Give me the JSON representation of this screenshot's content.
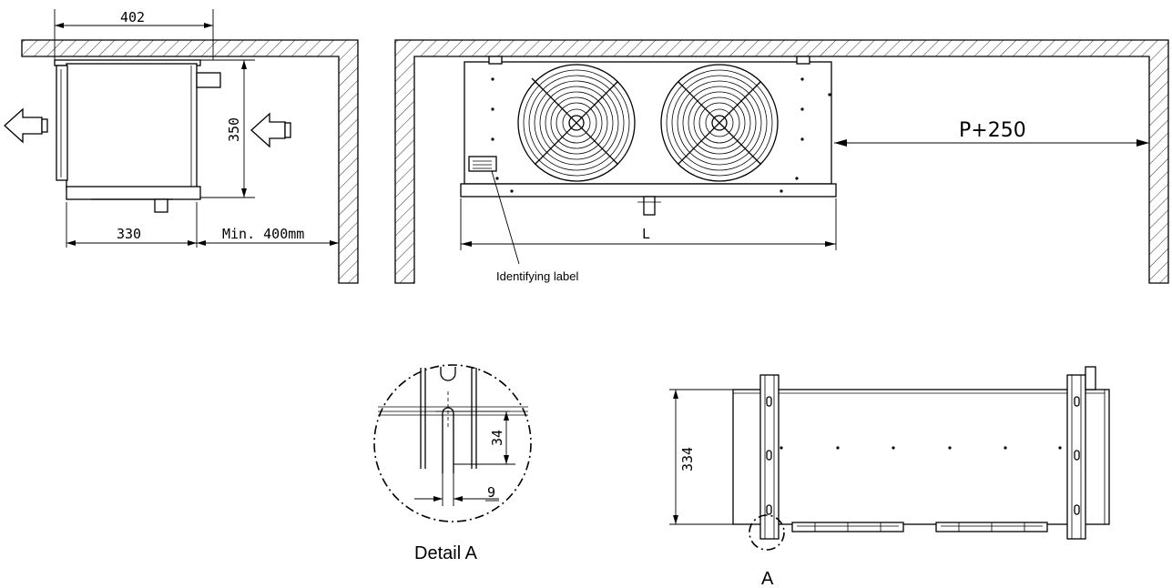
{
  "side_view": {
    "dim_width_top": "402",
    "dim_height": "350",
    "dim_depth": "330",
    "dim_clearance": "Min. 400mm"
  },
  "front_view": {
    "dim_clearance": "P+250",
    "dim_length": "L",
    "label_note": "Identifying label"
  },
  "detail": {
    "dim_slot_height": "34",
    "dim_slot_width": "9",
    "caption": "Detail A"
  },
  "top_view": {
    "dim_height": "334",
    "detail_marker": "A"
  }
}
